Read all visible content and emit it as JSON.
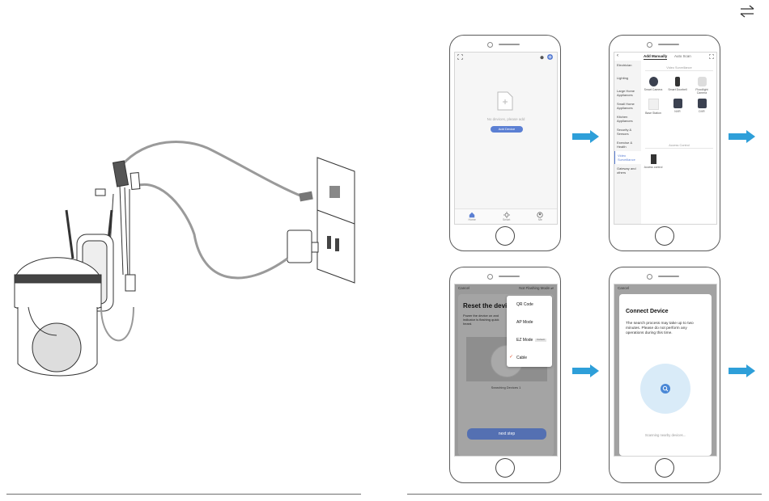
{
  "colors": {
    "accent": "#5b7fd3",
    "arrow": "#2e9fd9",
    "overlay": "#9a9a9a"
  },
  "icons": {
    "corner": "swap-arrows-icon"
  },
  "step1": {
    "empty_text": "No devices, please add",
    "add_button": "Add Device",
    "tabs": [
      "Home",
      "Smart",
      "Me"
    ]
  },
  "step2": {
    "tabs": [
      "Add Manually",
      "Auto Scan"
    ],
    "categories": [
      "Electrician",
      "Lighting",
      "Large Home Appliances",
      "Small Home Appliances",
      "Kitchen Appliances",
      "Security & Sensors",
      "Exercise & Health",
      "Video Surveillance",
      "Gateway and others"
    ],
    "section1": "Video Surveillance",
    "devices": [
      "Smart Camera",
      "Smart Doorbell",
      "Floodlight Camera",
      "Base Station",
      "NVR",
      "DVR"
    ],
    "section2": "Access Control",
    "access": [
      "Access control"
    ]
  },
  "step3": {
    "cancel": "Cancel",
    "mode_label": "Not Flashing Mode ⇌",
    "title": "Reset the devic",
    "body": [
      "Power the device on and",
      "indicator is flashing quick",
      "heard."
    ],
    "scanning": "Searching Devices 1",
    "menu": [
      "QR Code",
      "AP Mode",
      "EZ Mode",
      "Cable"
    ],
    "default_tag": "Default",
    "selected": "Cable",
    "next": "next step"
  },
  "step4": {
    "cancel": "Cancel",
    "title": "Connect Device",
    "body": "The search process may take up to two minutes. Please do not perform any operations during this time.",
    "status": "Scanning nearby devices..."
  }
}
